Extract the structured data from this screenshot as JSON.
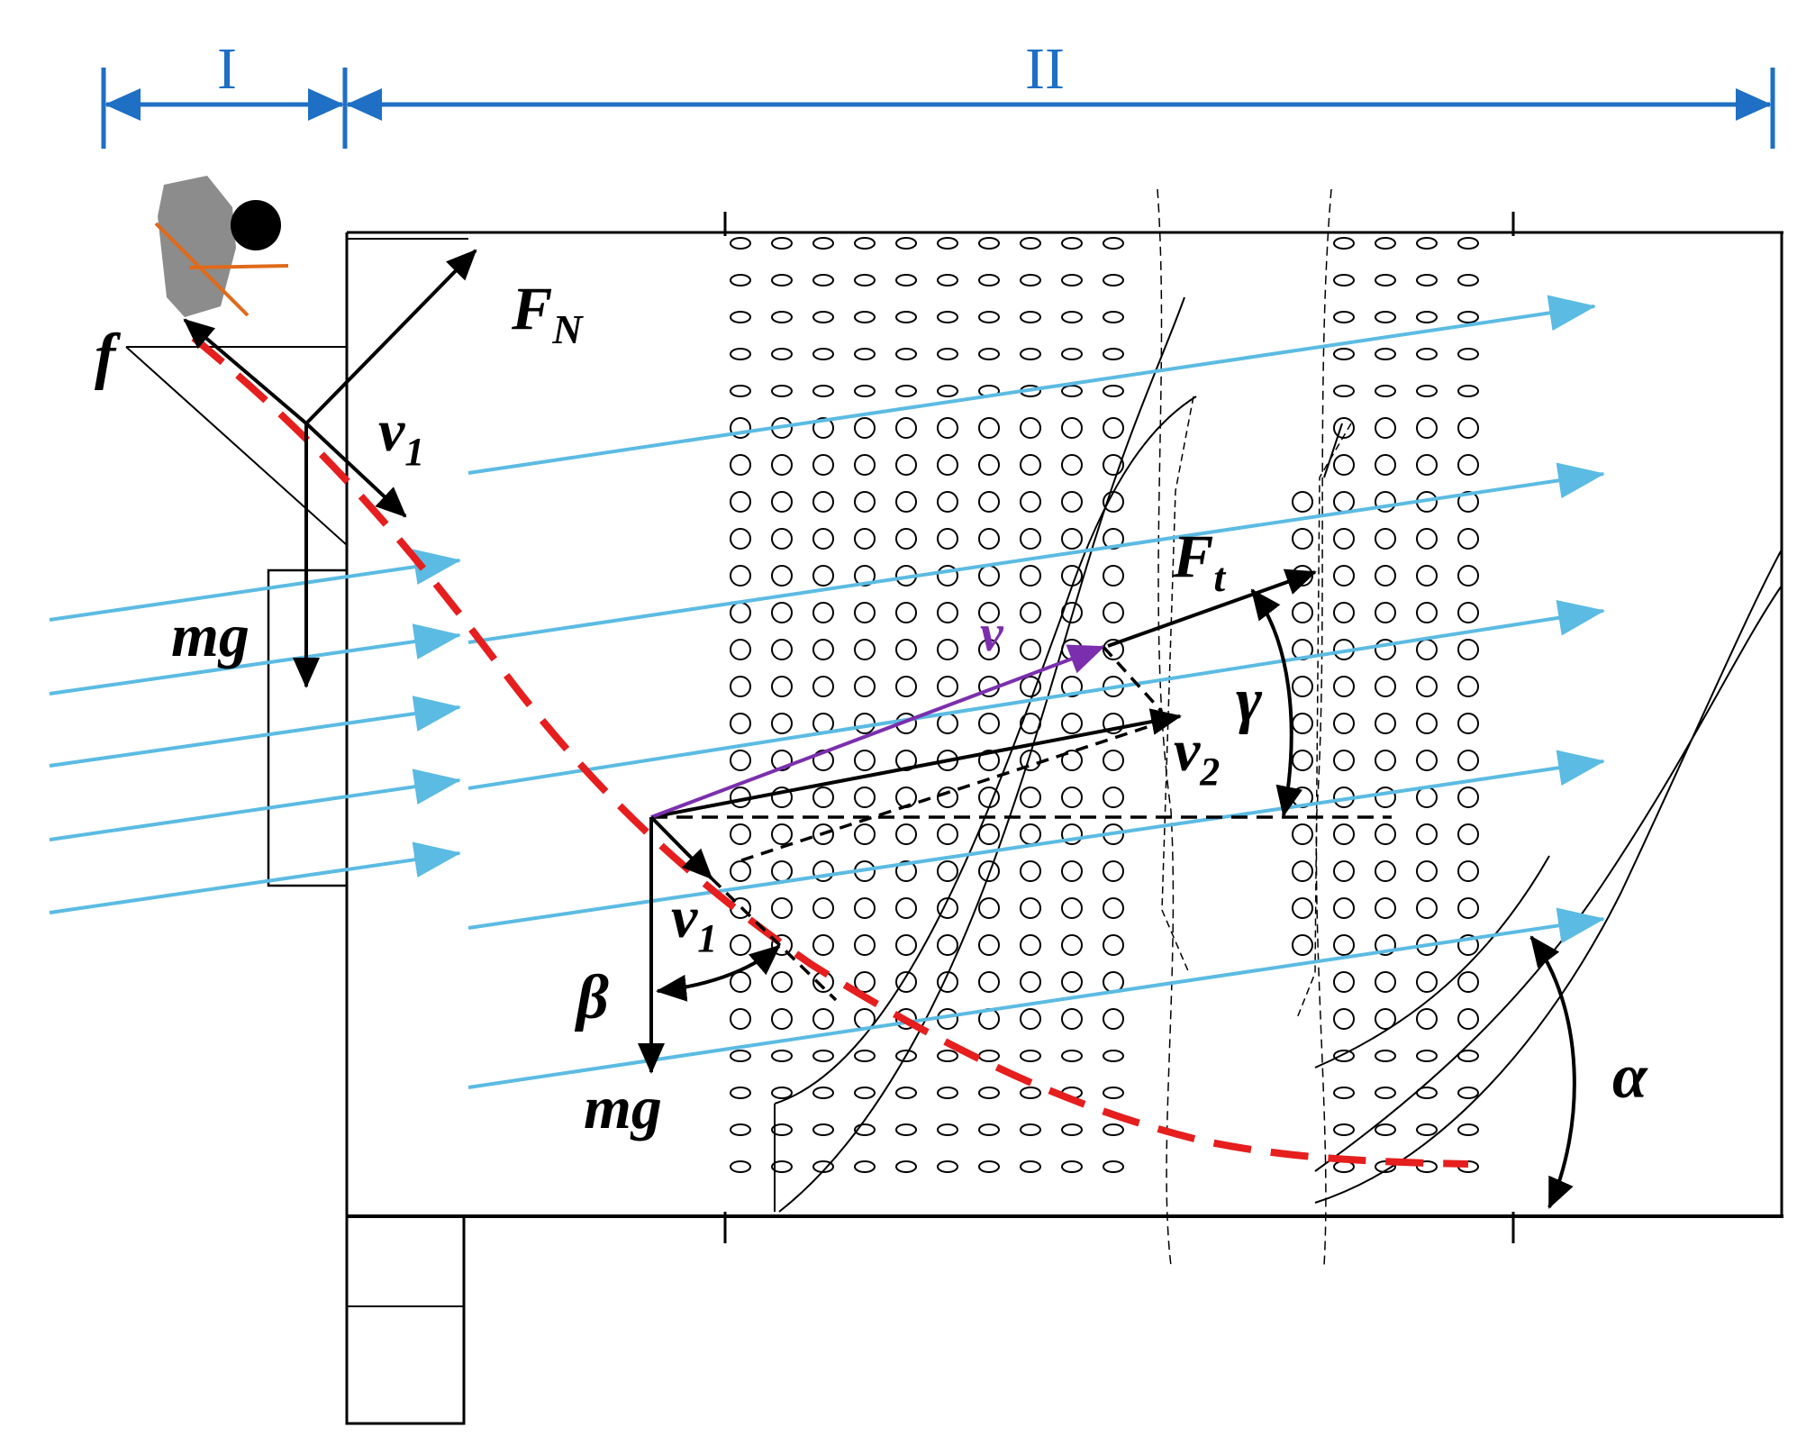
{
  "regions": {
    "region_1": "I",
    "region_2": "II"
  },
  "labels": {
    "normal_force": "F",
    "normal_force_sub": "N",
    "friction": "f",
    "velocity_1_top": "v",
    "velocity_1_top_sub": "1",
    "gravity_top": "mg",
    "resultant_velocity": "v",
    "force_t": "F",
    "force_t_sub": "t",
    "velocity_2": "v",
    "velocity_2_sub": "2",
    "angle_gamma": "γ",
    "velocity_1_bottom": "v",
    "velocity_1_bottom_sub": "1",
    "angle_beta": "β",
    "gravity_bottom": "mg",
    "angle_alpha": "α"
  },
  "colors": {
    "region_bracket": "#1f6fc4",
    "airflow": "#5bbbe3",
    "trajectory": "#e61e1e",
    "resultant_velocity": "#7b2fae",
    "particle": "#8c8c8c",
    "particle_mark": "#e06a1a",
    "ink": "#000000"
  }
}
